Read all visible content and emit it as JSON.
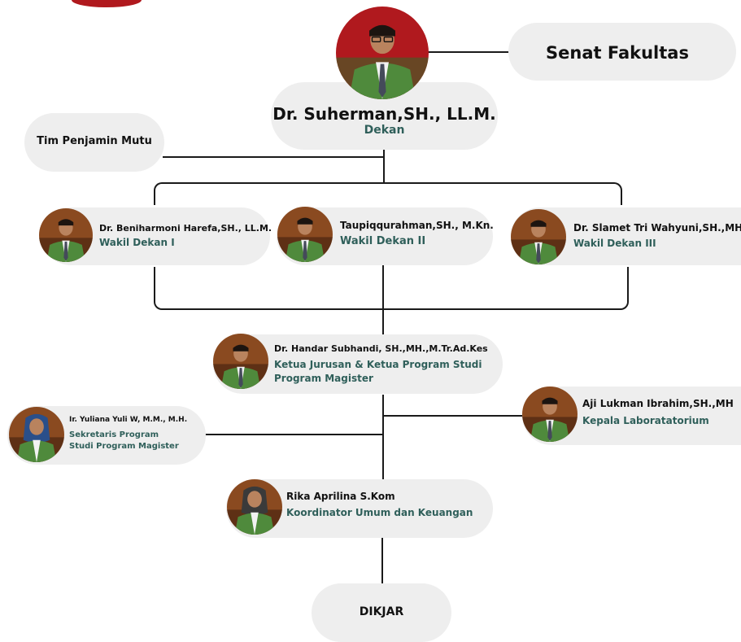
{
  "colors": {
    "pill": "#eeeeee",
    "role_text": "#2f5f5a",
    "line": "#1a1a1a",
    "jacket": "#4f8a3c",
    "skin": "#b9835e",
    "hair": "#1c1410",
    "accent_red": "#b0191e"
  },
  "dean": {
    "name": "Dr. Suherman,SH., LL.M.",
    "role": "Dekan"
  },
  "senate": {
    "label": "Senat Fakultas"
  },
  "quality_team": {
    "label": "Tim Penjamin Mutu"
  },
  "vice_deans": [
    {
      "name": "Dr. Beniharmoni Harefa,SH., LL.M.",
      "role": "Wakil Dekan I"
    },
    {
      "name": "Taupiqqurahman,SH., M.Kn.",
      "role": "Wakil Dekan II"
    },
    {
      "name": "Dr. Slamet Tri Wahyuni,SH.,MH.",
      "role": "Wakil Dekan III"
    }
  ],
  "dept_head": {
    "name": "Dr. Handar Subhandi, SH.,MH.,M.Tr.Ad.Kes",
    "role_line1": "Ketua Jurusan & Ketua Program Studi",
    "role_line2": "Program Magister"
  },
  "secretary": {
    "name": "Ir. Yuliana Yuli W, M.M., M.H.",
    "role_line1": "Sekretaris Program",
    "role_line2": "Studi Program Magister"
  },
  "lab_head": {
    "name": "Aji Lukman Ibrahim,SH.,MH",
    "role": "Kepala Laboratatorium"
  },
  "coordinator": {
    "name": "Rika Aprilina S.Kom",
    "role": "Koordinator Umum dan Keuangan"
  },
  "dikjar": {
    "label": "DIKJAR"
  }
}
